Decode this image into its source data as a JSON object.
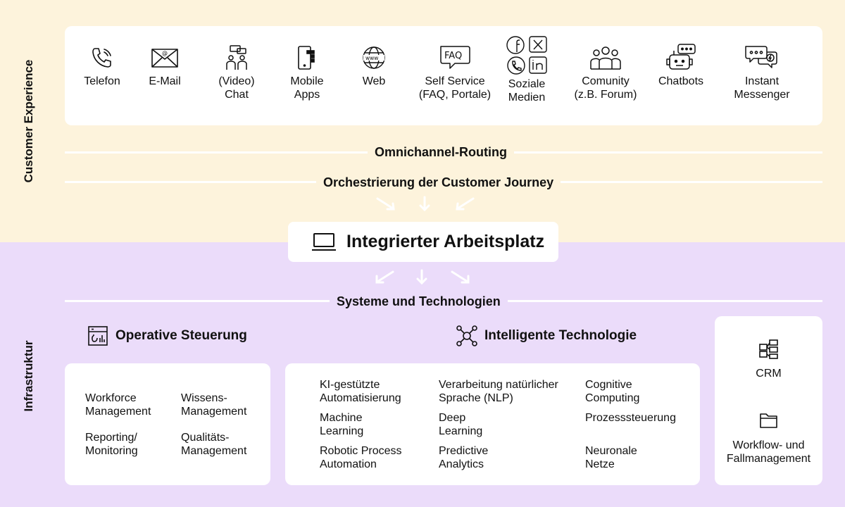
{
  "bands": {
    "top_label": "Customer Experience",
    "bottom_label": "Infrastruktur"
  },
  "channels": [
    {
      "icon": "phone-icon",
      "label": "Telefon"
    },
    {
      "icon": "email-icon",
      "label": "E-Mail"
    },
    {
      "icon": "video-chat-icon",
      "label": "(Video)\nChat"
    },
    {
      "icon": "mobile-app-icon",
      "label": "Mobile\nApps"
    },
    {
      "icon": "web-icon",
      "label": "Web"
    },
    {
      "icon": "faq-icon",
      "label": "Self Service\n(FAQ, Portale)"
    },
    {
      "icon": "social-media-icon",
      "label": "Soziale\nMedien"
    },
    {
      "icon": "community-icon",
      "label": "Comunity\n(z.B. Forum)"
    },
    {
      "icon": "chatbot-icon",
      "label": "Chatbots"
    },
    {
      "icon": "messenger-icon",
      "label": "Instant\nMessenger"
    }
  ],
  "flow": {
    "routing": "Omnichannel-Routing",
    "orchestration": "Orchestrierung der Customer Journey",
    "workspace": "Integrierter Arbeitsplatz",
    "systems": "Systeme und Technologien"
  },
  "operative": {
    "title": "Operative Steuerung",
    "items": [
      "Workforce\nManagement",
      "Wissens-\nManagement",
      "Reporting/\nMonitoring",
      "Qualitäts-\nManagement"
    ]
  },
  "intelligent": {
    "title": "Intelligente Technologie",
    "items": [
      "KI-gestützte\nAutomatisierung",
      "Verarbeitung natürlicher\nSprache (NLP)",
      "Cognitive\nComputing",
      "Machine\nLearning",
      "Deep\nLearning",
      "Prozesssteuerung",
      "Robotic Process\nAutomation",
      "Predictive\nAnalytics",
      "Neuronale\nNetze"
    ]
  },
  "right": {
    "crm": "CRM",
    "workflow": "Workflow- und\nFallmanagement"
  },
  "colors": {
    "top_band": "#fdf3dc",
    "bottom_band": "#ebdcfa",
    "panel": "#ffffff",
    "text": "#111111"
  }
}
